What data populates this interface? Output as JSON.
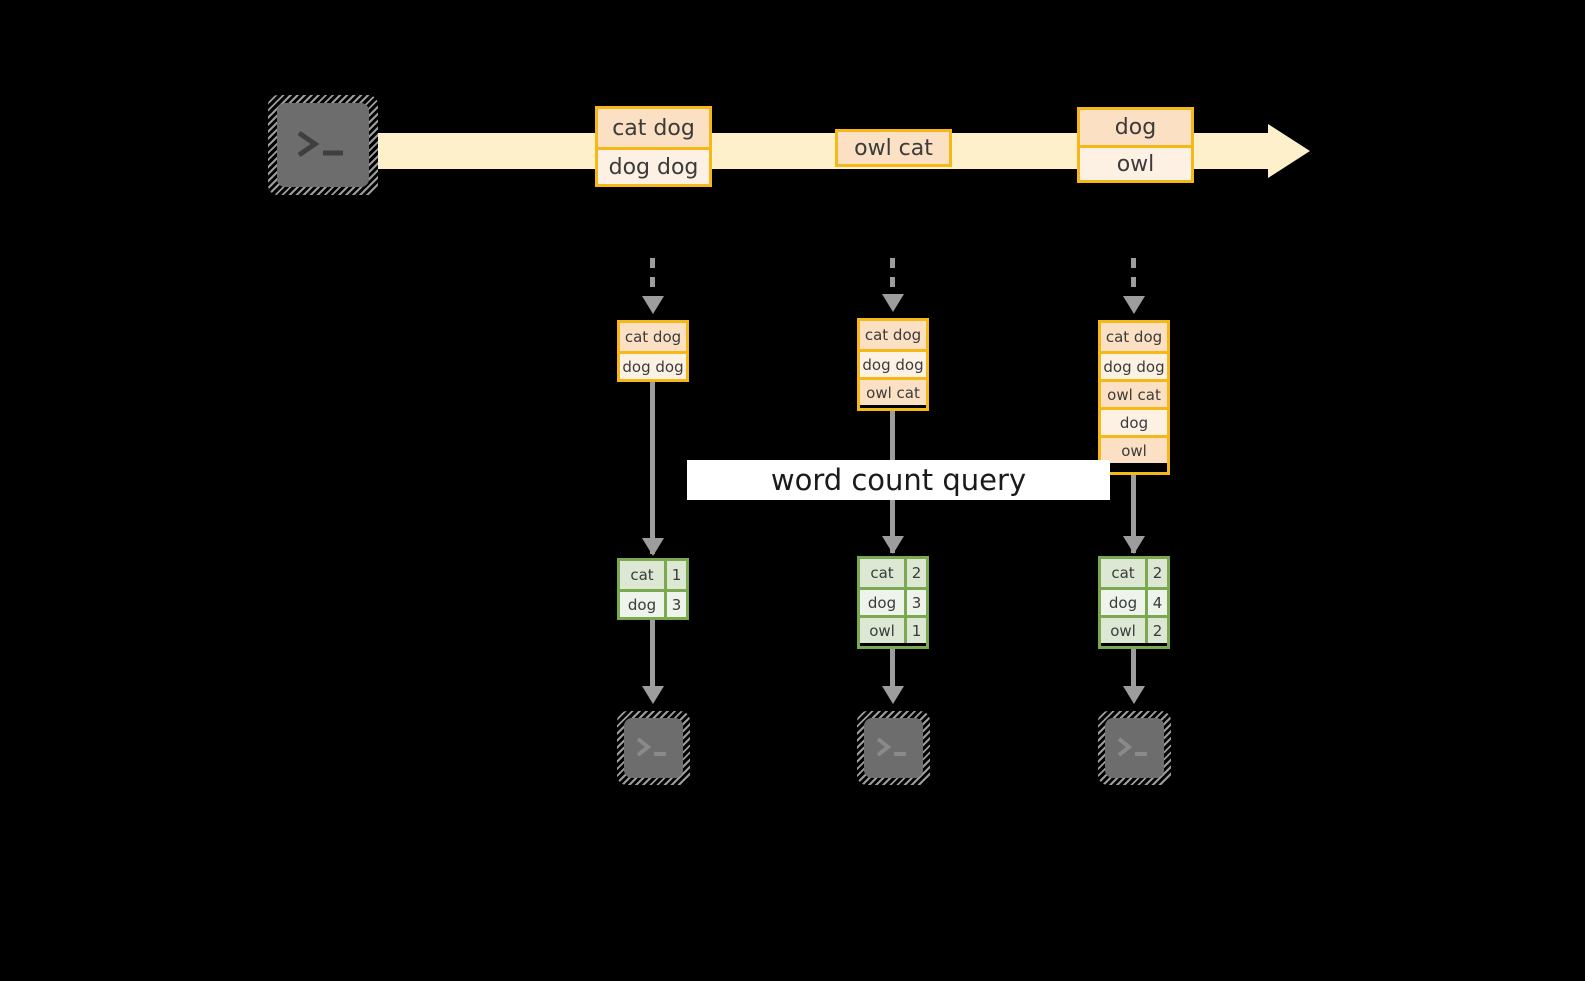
{
  "diagram": {
    "background_color": "#000000",
    "accent_orange": "#f5b816",
    "accent_green": "#7aa94f",
    "stream_arrow_color": "#fdf0cb",
    "connector_color": "#9d9d9d",
    "terminal_icon_color": "#6d6d6d"
  },
  "source": {
    "icon": "terminal-icon",
    "prompt_glyph": ">_"
  },
  "stream": {
    "arrow_name": "event-stream-arrow",
    "messages": [
      {
        "id": "msg-1",
        "lines": [
          {
            "text": "cat dog",
            "shade": "A"
          },
          {
            "text": "dog dog",
            "shade": "B"
          }
        ]
      },
      {
        "id": "msg-2",
        "lines": [
          {
            "text": "owl cat",
            "shade": "A"
          }
        ]
      },
      {
        "id": "msg-3",
        "lines": [
          {
            "text": "dog",
            "shade": "A"
          },
          {
            "text": "owl",
            "shade": "B"
          }
        ]
      }
    ]
  },
  "query": {
    "label": "word count query"
  },
  "snapshots": [
    {
      "id": "snapshot-1",
      "input_lines": [
        {
          "text": "cat dog",
          "shade": "A"
        },
        {
          "text": "dog dog",
          "shade": "B"
        }
      ],
      "result_rows": [
        {
          "word": "cat",
          "count": "1",
          "shade": "A"
        },
        {
          "word": "dog",
          "count": "3",
          "shade": "B"
        }
      ],
      "sink": {
        "icon": "terminal-icon",
        "prompt_glyph": ">_"
      }
    },
    {
      "id": "snapshot-2",
      "input_lines": [
        {
          "text": "cat dog",
          "shade": "A"
        },
        {
          "text": "dog dog",
          "shade": "B"
        },
        {
          "text": "owl cat",
          "shade": "A"
        }
      ],
      "result_rows": [
        {
          "word": "cat",
          "count": "2",
          "shade": "A"
        },
        {
          "word": "dog",
          "count": "3",
          "shade": "B"
        },
        {
          "word": "owl",
          "count": "1",
          "shade": "A"
        }
      ],
      "sink": {
        "icon": "terminal-icon",
        "prompt_glyph": ">_"
      }
    },
    {
      "id": "snapshot-3",
      "input_lines": [
        {
          "text": "cat dog",
          "shade": "A"
        },
        {
          "text": "dog dog",
          "shade": "B"
        },
        {
          "text": "owl cat",
          "shade": "A"
        },
        {
          "text": "dog",
          "shade": "B"
        },
        {
          "text": "owl",
          "shade": "A"
        }
      ],
      "result_rows": [
        {
          "word": "cat",
          "count": "2",
          "shade": "A"
        },
        {
          "word": "dog",
          "count": "4",
          "shade": "B"
        },
        {
          "word": "owl",
          "count": "2",
          "shade": "A"
        }
      ],
      "sink": {
        "icon": "terminal-icon",
        "prompt_glyph": ">_"
      }
    }
  ]
}
